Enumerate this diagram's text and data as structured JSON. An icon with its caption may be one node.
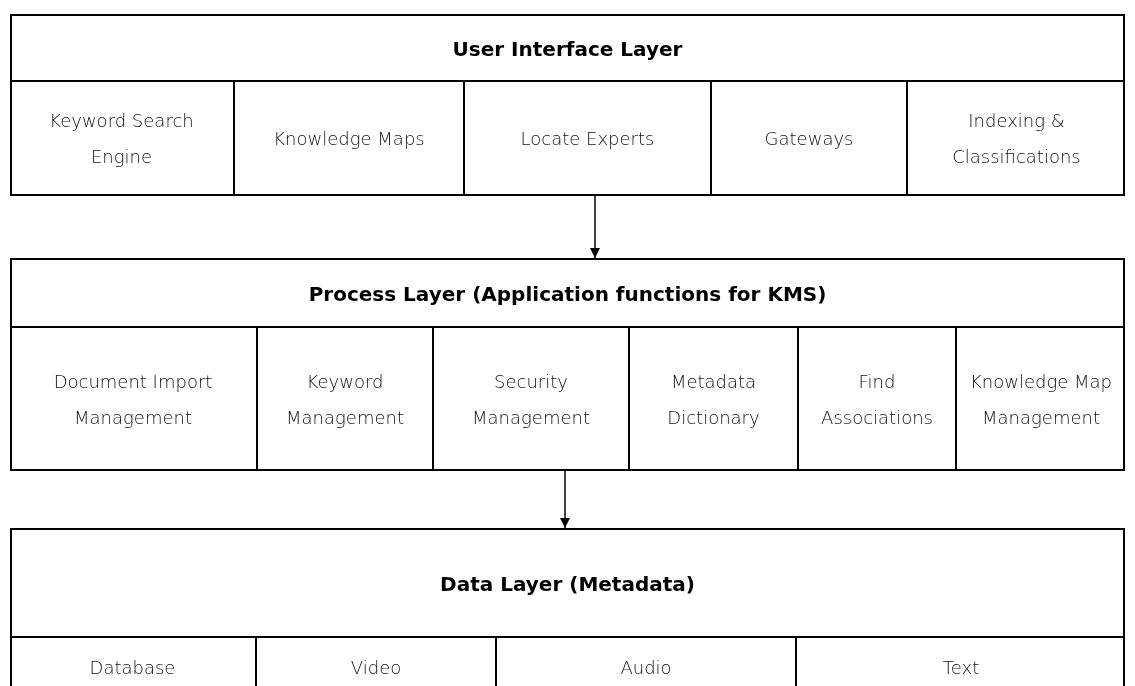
{
  "diagram": {
    "nodes": [
      {
        "text": [
          "User Interface Layer"
        ]
      },
      {
        "text": [
          "Keyword Search Engine"
        ],
        "in": 0
      },
      {
        "text": [
          "Knowledge Maps"
        ],
        "in": 0
      },
      {
        "text": [
          "Locate Experts"
        ],
        "in": 0
      },
      {
        "text": [
          "Gateways"
        ],
        "in": 0
      },
      {
        "text": [
          "Indexing & Classifications"
        ],
        "in": 0
      },
      {
        "text": [
          "Process Layer (Application functions for KMS)"
        ]
      },
      {
        "text": [
          "Document Import Management"
        ],
        "in": 6
      },
      {
        "text": [
          "Keyword Management"
        ],
        "in": 6
      },
      {
        "text": [
          "Security Management"
        ],
        "in": 6
      },
      {
        "text": [
          "Metadata Dictionary"
        ],
        "in": 6
      },
      {
        "text": [
          "Find Associations"
        ],
        "in": 6
      },
      {
        "text": [
          "Knowledge Map Management"
        ],
        "in": 6
      },
      {
        "text": [
          "Data Layer (Metadata)"
        ]
      },
      {
        "text": [
          "Database"
        ],
        "in": 13
      },
      {
        "text": [
          "Video"
        ],
        "in": 13
      },
      {
        "text": [
          "Audio"
        ],
        "in": 13
      },
      {
        "text": [
          "Text"
        ],
        "in": 13
      }
    ],
    "edges": [
      {
        "from": 0,
        "to": 6,
        "arrow": "to"
      },
      {
        "from": 6,
        "to": 13,
        "arrow": "to"
      }
    ]
  }
}
